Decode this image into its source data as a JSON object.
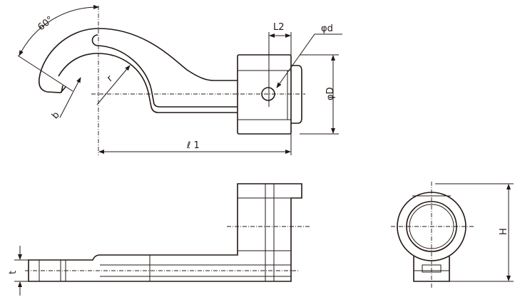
{
  "labels": {
    "angle": "60°",
    "l2": "L2",
    "phi_d": "φd",
    "r": "r",
    "b": "b",
    "phi_D": "φD",
    "l1": "ℓ 1",
    "t": "t",
    "h": "H"
  },
  "colors": {
    "line": "#231815"
  }
}
